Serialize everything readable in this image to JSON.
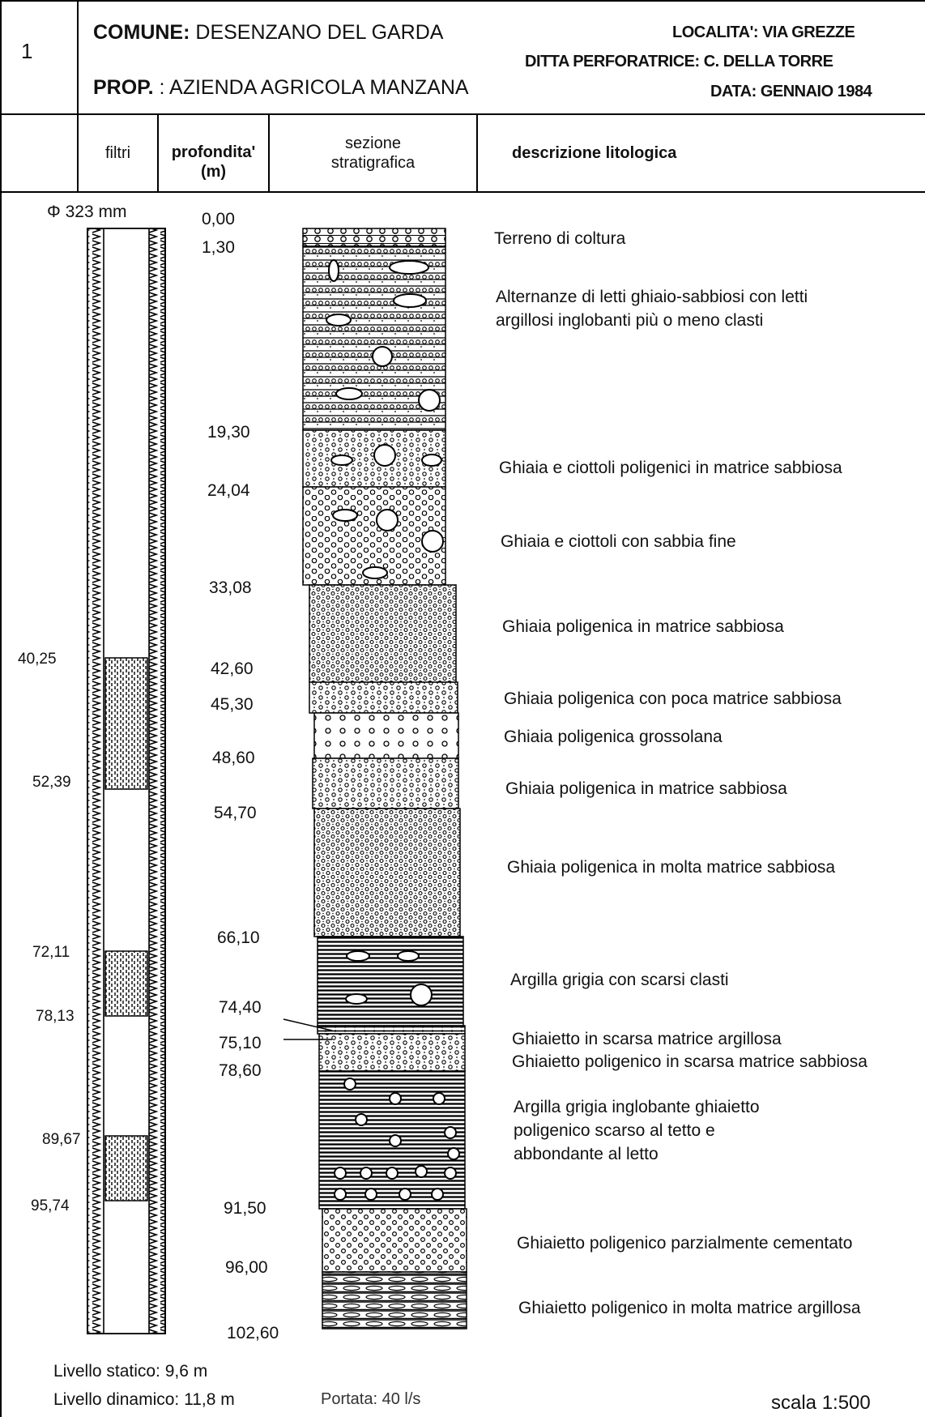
{
  "corner_mark": "1",
  "header": {
    "comune_label": "COMUNE:",
    "comune_value": "DESENZANO DEL GARDA",
    "prop_label": "PROP.",
    "prop_value": ": AZIENDA AGRICOLA MANZANA",
    "localita_label": "LOCALITA':",
    "localita_value": "VIA GREZZE",
    "ditta_label": "DITTA PERFORATRICE:",
    "ditta_value": "C. DELLA TORRE",
    "data_label": "DATA:",
    "data_value": "GENNAIO 1984"
  },
  "columns": {
    "filtri": "filtri",
    "profondita_1": "profondita'",
    "profondita_2": "(m)",
    "sezione_1": "sezione",
    "sezione_2": "stratigrafica",
    "descrizione": "descrizione litologica"
  },
  "diameter": "Φ 323 mm",
  "depths": [
    "0,00",
    "1,30",
    "19,30",
    "24,04",
    "33,08",
    "42,60",
    "45,30",
    "48,60",
    "54,70",
    "66,10",
    "74,40",
    "75,10",
    "78,60",
    "91,50",
    "96,00",
    "102,60"
  ],
  "filter_marks": [
    "40,25",
    "52,39",
    "72,11",
    "78,13",
    "89,67",
    "95,74"
  ],
  "layers": [
    {
      "top": "0,00",
      "bottom": "1,30",
      "description": [
        "Terreno di coltura"
      ]
    },
    {
      "top": "1,30",
      "bottom": "19,30",
      "description": [
        "Alternanze di letti ghiaio-sabbiosi con letti",
        "argillosi inglobanti più  o meno clasti"
      ]
    },
    {
      "top": "19,30",
      "bottom": "24,04",
      "description": [
        "Ghiaia e ciottoli poligenici in matrice sabbiosa"
      ]
    },
    {
      "top": "24,04",
      "bottom": "33,08",
      "description": [
        "Ghiaia e ciottoli con sabbia fine"
      ]
    },
    {
      "top": "33,08",
      "bottom": "42,60",
      "description": [
        "Ghiaia poligenica in matrice sabbiosa"
      ]
    },
    {
      "top": "42,60",
      "bottom": "45,30",
      "description": [
        "Ghiaia poligenica con poca matrice sabbiosa"
      ]
    },
    {
      "top": "45,30",
      "bottom": "48,60",
      "description": [
        "Ghiaia poligenica grossolana"
      ]
    },
    {
      "top": "48,60",
      "bottom": "54,70",
      "description": [
        "Ghiaia poligenica in matrice sabbiosa"
      ]
    },
    {
      "top": "54,70",
      "bottom": "66,10",
      "description": [
        "Ghiaia poligenica in molta matrice sabbiosa"
      ]
    },
    {
      "top": "66,10",
      "bottom": "74,40",
      "description": [
        "Argilla grigia con scarsi clasti"
      ]
    },
    {
      "top": "74,40",
      "bottom": "75,10",
      "description": [
        "Ghiaietto in scarsa matrice argillosa"
      ]
    },
    {
      "top": "75,10",
      "bottom": "78,60",
      "description": [
        "Ghiaietto poligenico in scarsa matrice sabbiosa"
      ]
    },
    {
      "top": "78,60",
      "bottom": "91,50",
      "description": [
        "Argilla grigia inglobante ghiaietto",
        "poligenico scarso al tetto e",
        "abbondante al letto"
      ]
    },
    {
      "top": "91,50",
      "bottom": "96,00",
      "description": [
        "Ghiaietto poligenico parzialmente cementato"
      ]
    },
    {
      "top": "96,00",
      "bottom": "102,60",
      "description": [
        "Ghiaietto poligenico in molta matrice argillosa"
      ]
    }
  ],
  "footer": {
    "livello_statico": "Livello statico: 9,6 m",
    "livello_dinamico": "Livello dinamico: 11,8 m",
    "portata": "Portata: 40   l/s",
    "scala": "scala 1:500"
  }
}
